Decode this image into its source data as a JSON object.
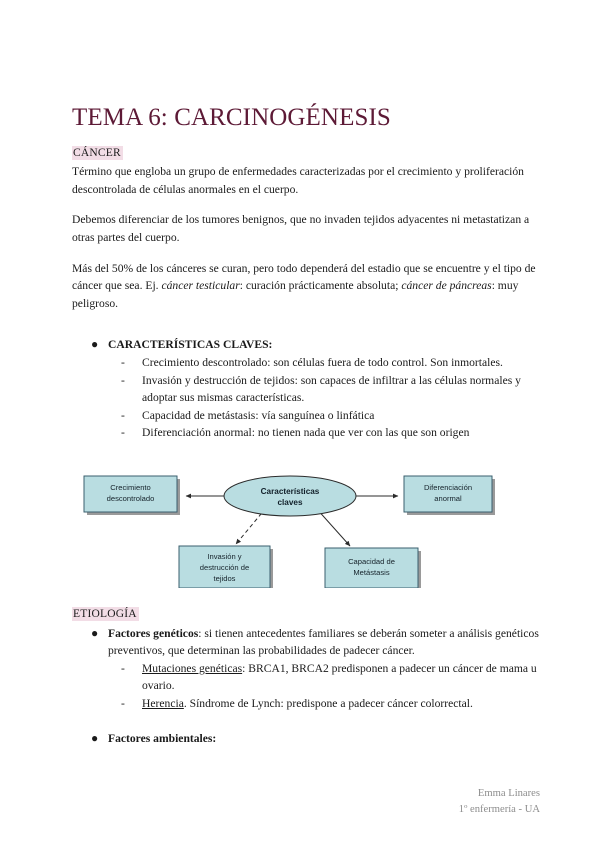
{
  "document": {
    "title": "TEMA 6: CARCINOGÉNESIS",
    "highlight_color": "#f2dde6",
    "title_color": "#5d1a36"
  },
  "sections": {
    "cancer": {
      "heading": "CÁNCER",
      "paragraphs": [
        {
          "runs": [
            {
              "text": "Término que engloba un grupo de enfermedades caracterizadas por el crecimiento y proliferación descontrolada de células anormales en el cuerpo.",
              "style": "normal"
            }
          ]
        },
        {
          "runs": [
            {
              "text": "Debemos diferenciar de los tumores benignos, que no invaden tejidos adyacentes ni metastatizan a otras partes del cuerpo.",
              "style": "normal"
            }
          ]
        },
        {
          "runs": [
            {
              "text": "Más del 50% de los cánceres se curan, pero todo dependerá del estadio que se encuentre y el tipo de cáncer que sea. Ej. ",
              "style": "normal"
            },
            {
              "text": "cáncer testicular",
              "style": "italic"
            },
            {
              "text": ": curación prácticamente absoluta; ",
              "style": "normal"
            },
            {
              "text": "cáncer de páncreas",
              "style": "italic"
            },
            {
              "text": ": muy peligroso.",
              "style": "normal"
            }
          ]
        }
      ]
    },
    "caracteristicas": {
      "bullet_label": "CARACTERÍSTICAS CLAVES:",
      "items": [
        "Crecimiento descontrolado: son células fuera de todo control. Son inmortales.",
        "Invasión y destrucción de tejidos: son capaces de infiltrar a las células normales y adoptar sus mismas características.",
        "Capacidad de metástasis: vía sanguínea o linfática",
        "Diferenciación anormal: no tienen nada que ver con las que son origen"
      ]
    },
    "etiologia": {
      "heading": "ETIOLOGÍA",
      "factores_geneticos": {
        "label": "Factores genéticos",
        "text": ": si tienen antecedentes familiares se deberán someter a análisis genéticos preventivos, que determinan las probabilidades de padecer cáncer.",
        "subitems": [
          {
            "underlined": "Mutaciones genéticas",
            "rest": ": BRCA1, BRCA2 predisponen a padecer un cáncer de mama u ovario."
          },
          {
            "underlined": "Herencia",
            "rest": ". Síndrome de Lynch: predispone a padecer cáncer colorrectal."
          }
        ]
      },
      "factores_ambientales": {
        "label": "Factores ambientales:"
      }
    }
  },
  "diagram": {
    "box_fill": "#b9dde1",
    "box_border": "#3a5f6e",
    "shadow_color": "#9a9a9a",
    "center": {
      "line1": "Características",
      "line2": "claves"
    },
    "nodes": {
      "left": {
        "line1": "Crecimiento",
        "line2": "descontrolado"
      },
      "right": {
        "line1": "Diferenciación",
        "line2": "anormal"
      },
      "bottom_left": {
        "line1": "Invasión y",
        "line2": "destrucción de",
        "line3": "tejidos"
      },
      "bottom_right": {
        "line1": "Capacidad de",
        "line2": "Metástasis"
      }
    }
  },
  "footer": {
    "author": "Emma Linares",
    "course": "1º enfermería - UA"
  }
}
